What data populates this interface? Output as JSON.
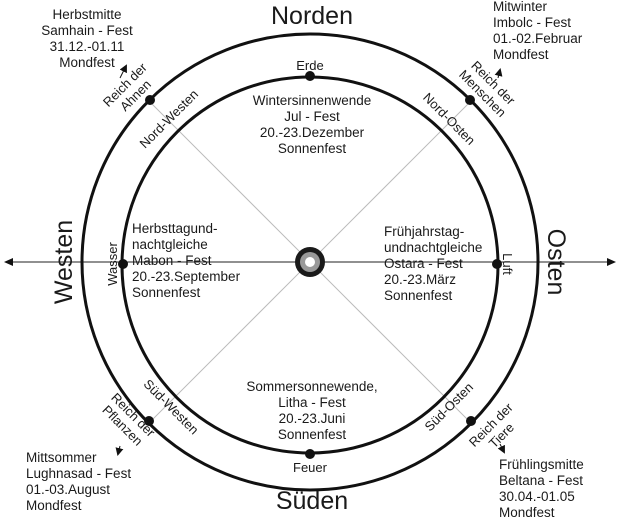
{
  "directions": {
    "north": "Norden",
    "south": "Süden",
    "west": "Westen",
    "east": "Osten"
  },
  "elements": {
    "earth": "Erde",
    "fire": "Feuer",
    "water": "Wasser",
    "air": "Luft"
  },
  "intercardinal": {
    "nw": "Nord-Westen",
    "ne": "Nord-Osten",
    "sw": "Süd-Westen",
    "se": "Süd-Osten"
  },
  "realms": {
    "nw": [
      "Reich der",
      "Ahnen"
    ],
    "ne": [
      "Reich der",
      "Menschen"
    ],
    "sw": [
      "Reich der",
      "Pflanzen"
    ],
    "se": [
      "Reich der",
      "Tiere"
    ]
  },
  "sun_festivals": {
    "north": [
      "Wintersinnenwende",
      "Jul - Fest",
      "20.-23.Dezember",
      "Sonnenfest"
    ],
    "west": [
      "Herbsttagund-",
      "nachtgleiche",
      "Mabon - Fest",
      "20.-23.September",
      "Sonnenfest"
    ],
    "east": [
      "Frühjahrstag-",
      "undnachtgleiche",
      "Ostara - Fest",
      "20.-23.März",
      "Sonnenfest"
    ],
    "south": [
      "Sommersonnewende,",
      "Litha - Fest",
      "20.-23.Juni",
      "Sonnenfest"
    ]
  },
  "moon_festivals": {
    "nw": [
      "Herbstmitte",
      "Samhain - Fest",
      "31.12.-01.11",
      "Mondfest"
    ],
    "ne": [
      "Mitwinter",
      "Imbolc - Fest",
      "01.-02.Februar",
      "Mondfest"
    ],
    "sw": [
      "Mittsommer",
      "Lughnasad - Fest",
      "01.-03.August",
      "Mondfest"
    ],
    "se": [
      "Frühlingsmitte",
      "Beltana - Fest",
      "30.04.-01.05",
      "Mondfest"
    ]
  }
}
